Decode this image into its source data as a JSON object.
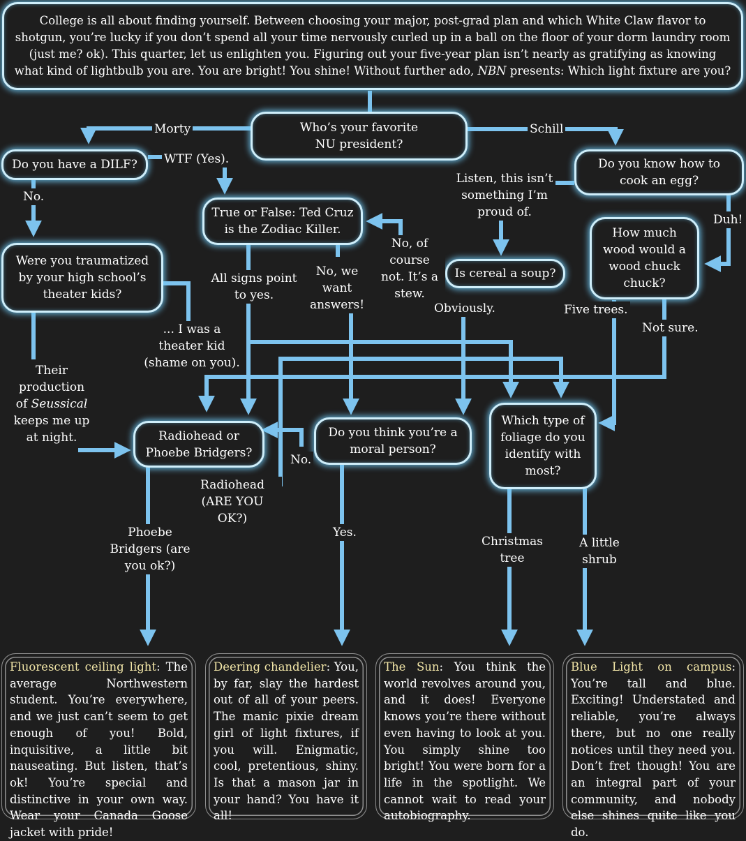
{
  "intro": {
    "text_before_brand": "College is all about finding yourself. Between choosing your major, post-grad plan and which White Claw flavor to shotgun, you’re lucky if you don’t spend all your time nervously curled up in a ball on the floor of your dorm laundry room (just me? ok). This quarter, let us enlighten you. Figuring out your five-year plan isn’t nearly as gratifying as knowing what kind of lightbulb you are. You are bright! You shine! Without further ado,",
    "brand": "NBN",
    "text_after_brand": "presents: Which light fixture are you?"
  },
  "questions": {
    "president": "Who’s your favorite NU president?",
    "dilf": "Do you have a DILF?",
    "egg": "Do you know how to cook an egg?",
    "zodiac": "True or False: Ted Cruz is the Zodiac Killer.",
    "theater": "Were you traumatized by your high school’s theater kids?",
    "cereal": "Is cereal a soup?",
    "wood": "How much wood would a wood chuck chuck?",
    "radiohead": "Radiohead or Phoebe Bridgers?",
    "moral": "Do you think you’re a moral person?",
    "foliage": "Which type of foliage do you identify with most?"
  },
  "answers": {
    "morty": "Morty",
    "schill": "Schill",
    "wtf_yes": "WTF (Yes).",
    "no_dilf": "No.",
    "listen": "Listen, this isn’t something I’m proud of.",
    "duh": "Duh!",
    "no_of_course": "No, of course not. It’s a stew.",
    "all_signs": "All signs point to yes.",
    "no_we_want": "No, we want answers!",
    "obviously": "Obviously.",
    "five_trees": "Five trees.",
    "not_sure": "Not sure.",
    "theater_kid": "... I was a theater kid (shame on you).",
    "their_production_before": "Their production of",
    "seussical": "Seussical",
    "their_production_after": "keeps me up at night.",
    "no_moral": "No.",
    "radiohead_ok": "Radiohead (ARE YOU OK?)",
    "phoebe_ok": "Phoebe Bridgers (are you ok?)",
    "yes_moral": "Yes.",
    "christmas_tree": "Christmas tree",
    "little_shrub": "A little shrub"
  },
  "results": [
    {
      "title": "Fluorescent ceiling light",
      "text": ": The average Northwestern student. You’re everywhere, and we just can’t seem to get enough of you! Bold, inquisitive, a little bit nauseating. But listen, that’s ok! You’re special and distinctive in your own way. Wear your Canada Goose jacket with pride!"
    },
    {
      "title": "Deering chandelier",
      "text": ": You, by far, slay the hardest out of all of your peers. The manic pixie dream girl of light fixtures, if you will. Enigmatic, cool, pretentious, shiny. Is that a mason jar in your hand? You have it all!"
    },
    {
      "title": "The Sun",
      "text": ": You think the world revolves around you, and it does! Everyone knows you’re there without even having to look at you. You simply shine too bright! You were born for a life in the spotlight. We cannot wait to read your autobiography."
    },
    {
      "title": "Blue Light on campus",
      "text": ": You’re tall and blue. Exciting! Understated and reliable, you’re always there, but no one really notices until they need you. Don’t fret though! You are an integral part of your community, and nobody else shines quite like you do."
    }
  ],
  "colors": {
    "background": "#1e1e1e",
    "arrow": "#7dc3ee",
    "box_border": "#cfeefa",
    "glow": "#6ec8f5",
    "result_title": "#f2e6a8",
    "result_border": "#8f8f8f"
  }
}
